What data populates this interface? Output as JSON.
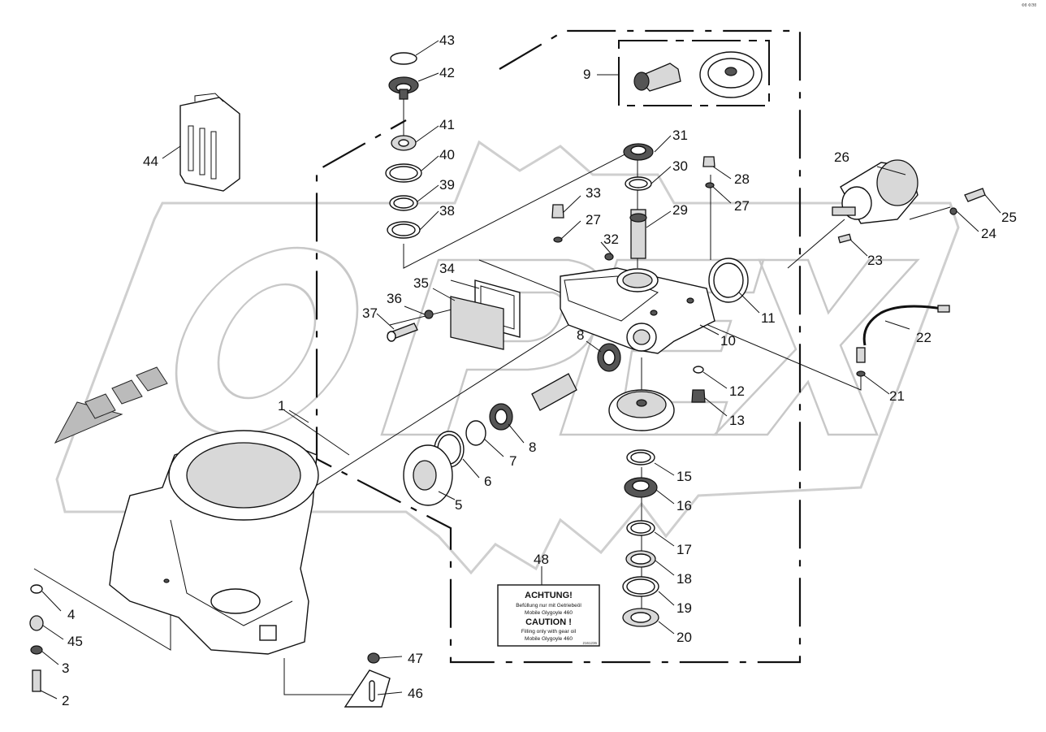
{
  "corner_id": "Ф8 ФЭ8",
  "callouts": [
    "1",
    "2",
    "3",
    "4",
    "5",
    "6",
    "7",
    "8",
    "8",
    "9",
    "10",
    "11",
    "12",
    "13",
    "15",
    "16",
    "17",
    "18",
    "19",
    "20",
    "21",
    "22",
    "23",
    "24",
    "25",
    "26",
    "27",
    "27",
    "28",
    "29",
    "30",
    "31",
    "32",
    "33",
    "34",
    "35",
    "36",
    "37",
    "38",
    "39",
    "40",
    "41",
    "42",
    "43",
    "44",
    "45",
    "46",
    "47",
    "48"
  ],
  "warning_label": {
    "title_de": "ACHTUNG!",
    "line1_de": "Befüllung nur mit Getriebeöl",
    "line2_de": "Mobile Glygoyle 460",
    "title_en": "CAUTION !",
    "line1_en": "Filling only with gear oil",
    "line2_en": "Mobile Glygoyle 460",
    "code": "2161236"
  },
  "watermark": "OPEX"
}
